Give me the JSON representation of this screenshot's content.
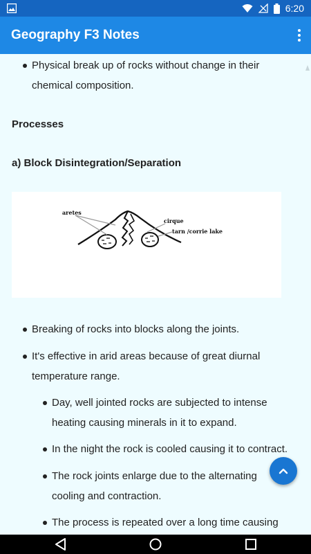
{
  "status_bar": {
    "time": "6:20"
  },
  "app_bar": {
    "title": "Geography F3 Notes"
  },
  "content": {
    "intro_bullet": {
      "line1": "Physical break up of rocks without change in their",
      "line2": "chemical composition."
    },
    "processes_heading": "Processes",
    "subheading": "a) Block Disintegration/Separation",
    "diagram": {
      "label_aretes": "aretes",
      "label_cirque": "cirque",
      "label_tarn": "tarn /corrie lake"
    },
    "bullets": [
      {
        "line1": "Breaking of rocks into blocks along the joints.",
        "line2": ""
      },
      {
        "line1": "It's effective in arid areas because of great diurnal",
        "line2": "temperature range."
      }
    ],
    "sub_bullets": [
      {
        "line1": "Day, well jointed rocks are subjected to intense",
        "line2": "heating causing minerals in it to expand."
      },
      {
        "line1": "In the night the rock is cooled causing it to contract.",
        "line2": ""
      },
      {
        "line1": "The rock joints enlarge due to the alternating",
        "line2": "cooling and contraction."
      },
      {
        "line1": "The process is repeated over a long time causing",
        "line2": ""
      }
    ]
  },
  "colors": {
    "status_bar": "#1565c0",
    "app_bar": "#1e88e5",
    "content_bg": "#eefcff",
    "fab": "#1976d2"
  },
  "icons": {
    "status_left": "image-icon",
    "status_right": [
      "wifi-icon",
      "signal-icon",
      "battery-icon"
    ],
    "overflow": "more-vert-icon",
    "fab": "chevron-up-icon",
    "nav": [
      "back-icon",
      "home-icon",
      "recents-icon"
    ]
  }
}
